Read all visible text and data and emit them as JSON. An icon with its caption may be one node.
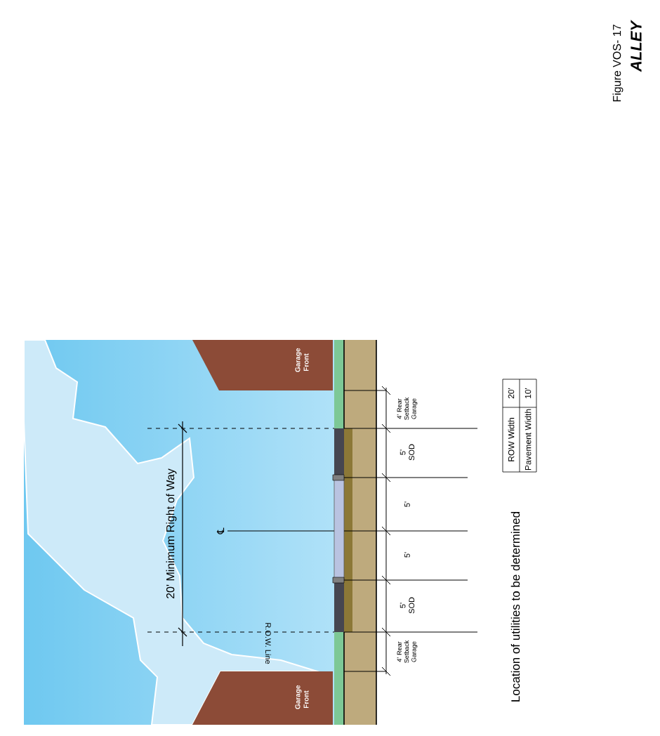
{
  "diagram": {
    "title": "ALLEY",
    "nodes": [
      {
        "text": [
          "Garage Front"
        ]
      },
      {
        "text": [
          "Garage Front"
        ]
      }
    ],
    "labels": [
      "Figure VOS- 17",
      "20' Minimum Right of Way",
      "℄",
      "R.O.W. Line",
      "4' Rear Setback Garage",
      "5' SOD",
      "5'",
      "5'",
      "5' SOD",
      "4' Rear Setback Garage",
      "Location of utilities to be determined",
      "ROW Width",
      "20'",
      "Pavement Width",
      "10'"
    ]
  }
}
